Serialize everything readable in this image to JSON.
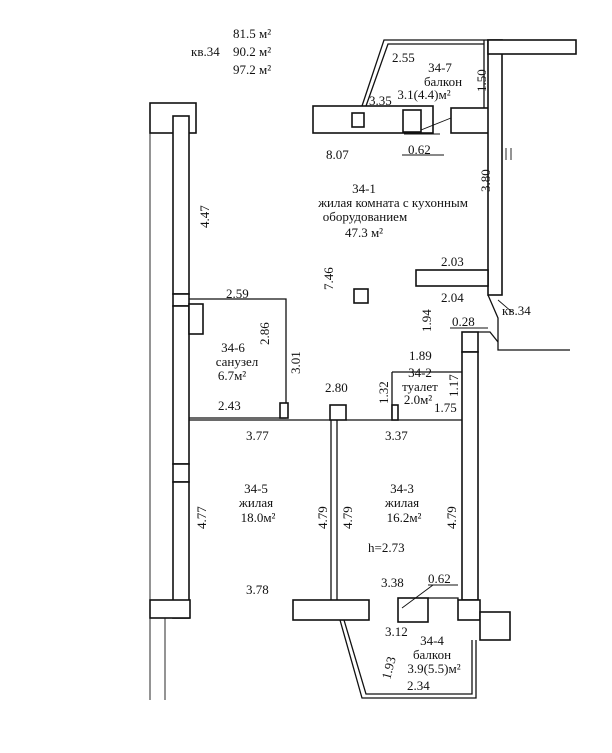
{
  "header": {
    "area_living": "81.5 м²",
    "apartment": "кв.34",
    "area_total": "90.2 м²",
    "area_with_balcony": "97.2 м²"
  },
  "apartment_tag": "кв.34",
  "ceiling_height": "h=2.73",
  "rooms": [
    {
      "id": "34-1",
      "lines": [
        "34-1",
        "жилая комната с кухонным",
        "оборудованием",
        "47.3 м²"
      ]
    },
    {
      "id": "34-2",
      "lines": [
        "34-2",
        "туалет",
        "2.0м²"
      ]
    },
    {
      "id": "34-3",
      "lines": [
        "34-3",
        "жилая",
        "16.2м²"
      ]
    },
    {
      "id": "34-4",
      "lines": [
        "34-4",
        "балкон",
        "3.9(5.5)м²"
      ]
    },
    {
      "id": "34-5",
      "lines": [
        "34-5",
        "жилая",
        "18.0м²"
      ]
    },
    {
      "id": "34-6",
      "lines": [
        "34-6",
        "санузел",
        "6.7м²"
      ]
    },
    {
      "id": "34-7",
      "lines": [
        "34-7",
        "балкон",
        "3.1(4.4)м²"
      ]
    }
  ],
  "dimensions": {
    "balcony_top_diag": "2.55",
    "balcony_top_side": "1.50",
    "balcony_top_left": "3.35",
    "top_wall": "8.07",
    "top_niche": "0.62",
    "right_upper": "3.80",
    "left_upper": "4.47",
    "center_vertical": "7.46",
    "pillar_w": "2.03",
    "pillar_bottom": "2.04",
    "right_step": "1.94",
    "corner_small": "0.28",
    "bath_top": "2.59",
    "bath_depth": "2.86",
    "bath_side": "3.01",
    "bath_bottom": "2.43",
    "toilet_top": "1.89",
    "toilet_left": "1.32",
    "toilet_right": "1.17",
    "toilet_bottom": "1.75",
    "partition_top": "2.80",
    "room5_top": "3.77",
    "room3_top": "3.37",
    "room5_left": "4.77",
    "room5_right": "4.79",
    "room3_left": "4.79",
    "room3_right": "4.79",
    "room5_bottom": "3.78",
    "room3_bottom": "3.38",
    "bottom_niche": "0.62",
    "balcony_bottom_top": "3.12",
    "balcony_bottom_side": "1.93",
    "balcony_bottom_base": "2.34"
  }
}
